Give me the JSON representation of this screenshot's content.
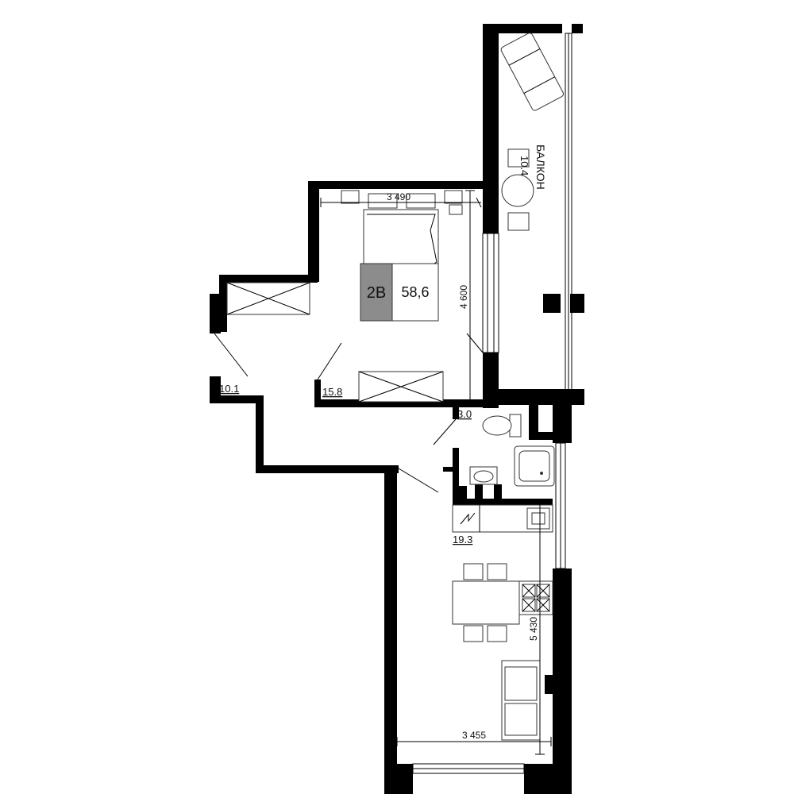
{
  "unit": {
    "code": "2В",
    "total_area": "58,6",
    "code_bg": "#8c8c8c",
    "area_bg": "#ffffff"
  },
  "rooms": {
    "hall": "10.1",
    "bedroom": "15.8",
    "bathroom": "3.0",
    "kitchen_living": "19.3",
    "balcony_name": "БАЛКОН",
    "balcony_area": "10.4"
  },
  "dimensions": {
    "bedroom_width": "3 490",
    "bedroom_depth": "4 600",
    "living_depth": "5 430",
    "living_width": "3 455"
  },
  "colors": {
    "wall": "#000000",
    "line": "#000000",
    "furniture": "#333333"
  }
}
